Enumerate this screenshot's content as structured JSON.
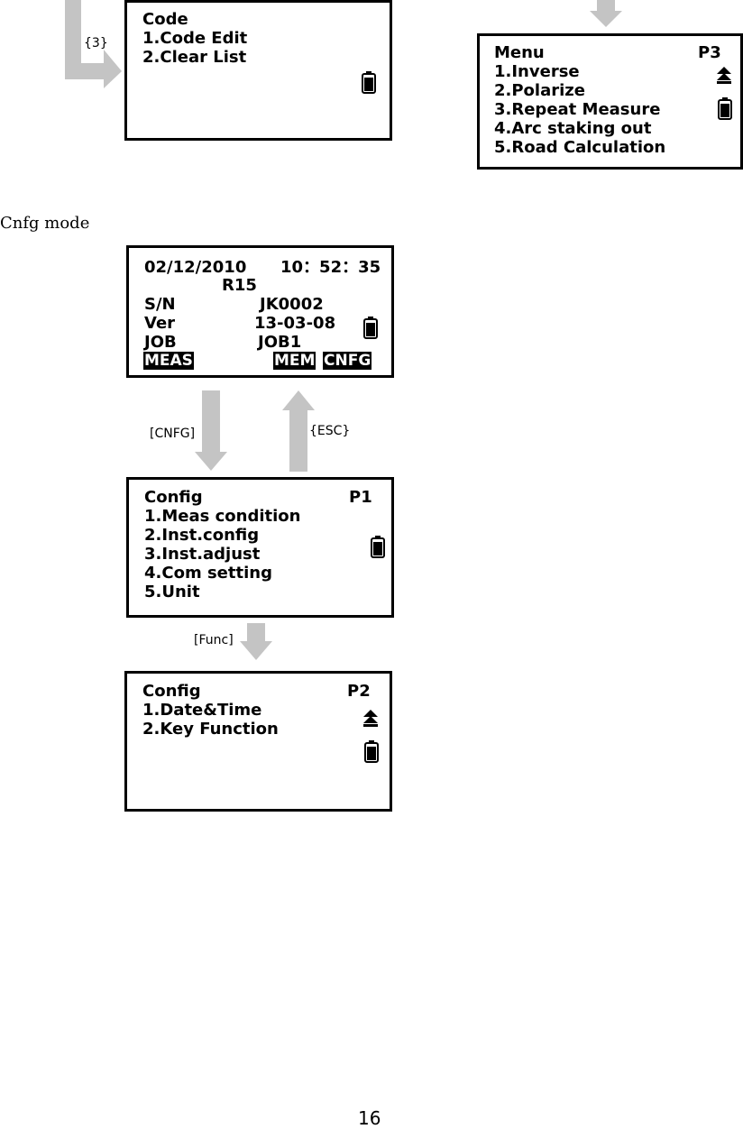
{
  "code_screen": {
    "title": "Code",
    "items": [
      "1.Code Edit",
      "2.Clear List"
    ]
  },
  "code_arrow_label": "{3}",
  "menu_screen": {
    "title": "Menu",
    "page": "P3",
    "items": [
      "1.Inverse",
      "2.Polarize",
      "3.Repeat Measure",
      "4.Arc staking out",
      "5.Road Calculation"
    ]
  },
  "section_heading": "Cnfg mode",
  "status_screen": {
    "date": "02/12/2010",
    "time": "10：52：35",
    "model": "R15",
    "sn_label": "S/N",
    "sn_value": "JK0002",
    "ver_label": "Ver",
    "ver_value": "13-03-08",
    "job_label": "JOB",
    "job_value": "JOB1",
    "softkeys": [
      "MEAS",
      "MEM",
      "CNFG"
    ]
  },
  "arrow_cnfg_label": "[CNFG]",
  "arrow_esc_label": "{ESC}",
  "config_p1_screen": {
    "title": "Config",
    "page": "P1",
    "items": [
      "1.Meas condition",
      "2.Inst.config",
      "3.Inst.adjust",
      "4.Com setting",
      "5.Unit"
    ]
  },
  "arrow_func_label": "[Func]",
  "config_p2_screen": {
    "title": "Config",
    "page": "P2",
    "items": [
      "1.Date&Time",
      "2.Key Function"
    ]
  },
  "page_number": "16",
  "icons": {
    "battery": "battery-icon",
    "page_up_down": "page-up-down-icon"
  },
  "colors": {
    "arrow_gray": "#c4c4c4",
    "screen_border": "#000000"
  }
}
